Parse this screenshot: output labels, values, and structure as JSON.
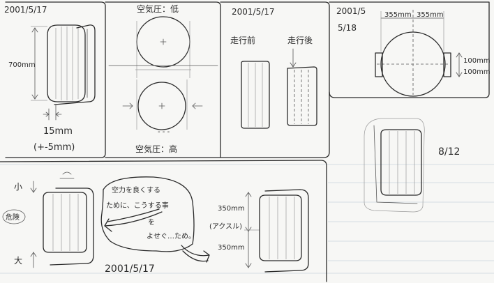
{
  "panels": {
    "top_left": {
      "date": "2001/5/17",
      "height_label": "700mm",
      "width_label": "15mm",
      "tolerance": "(+-5mm)"
    },
    "top_mid": {
      "caption_top": "空気圧：低",
      "caption_bottom": "空気圧：高"
    },
    "top_center": {
      "date": "2001/5/17",
      "label_before": "走行前",
      "label_after": "走行後"
    },
    "top_right": {
      "date": "2001/5",
      "date2": "5/18",
      "left_dim": "355mm",
      "right_dim": "355mm",
      "upper_dim": "100mm",
      "lower_dim": "100mm"
    },
    "right_note": {
      "date": "8/12"
    },
    "bottom_left": {
      "small_label": "小",
      "large_label": "大",
      "danger_label": "危険",
      "note_line1": "空力を良くする",
      "note_line2": "ために、こうする事",
      "note_line3": "を",
      "note_line4": "よせぐ…ため。",
      "date": "2001/5/17",
      "upper_dim": "350mm",
      "axle_label": "(アクスル)",
      "lower_dim": "350mm"
    }
  }
}
